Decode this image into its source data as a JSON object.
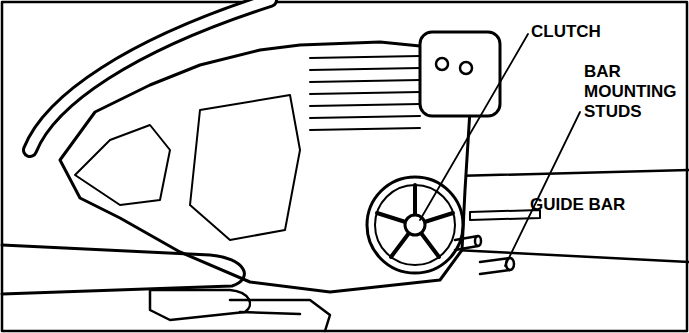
{
  "diagram": {
    "labels": [
      "CLUTCH",
      "BAR MOUNTING STUDS",
      "GUIDE BAR"
    ]
  }
}
